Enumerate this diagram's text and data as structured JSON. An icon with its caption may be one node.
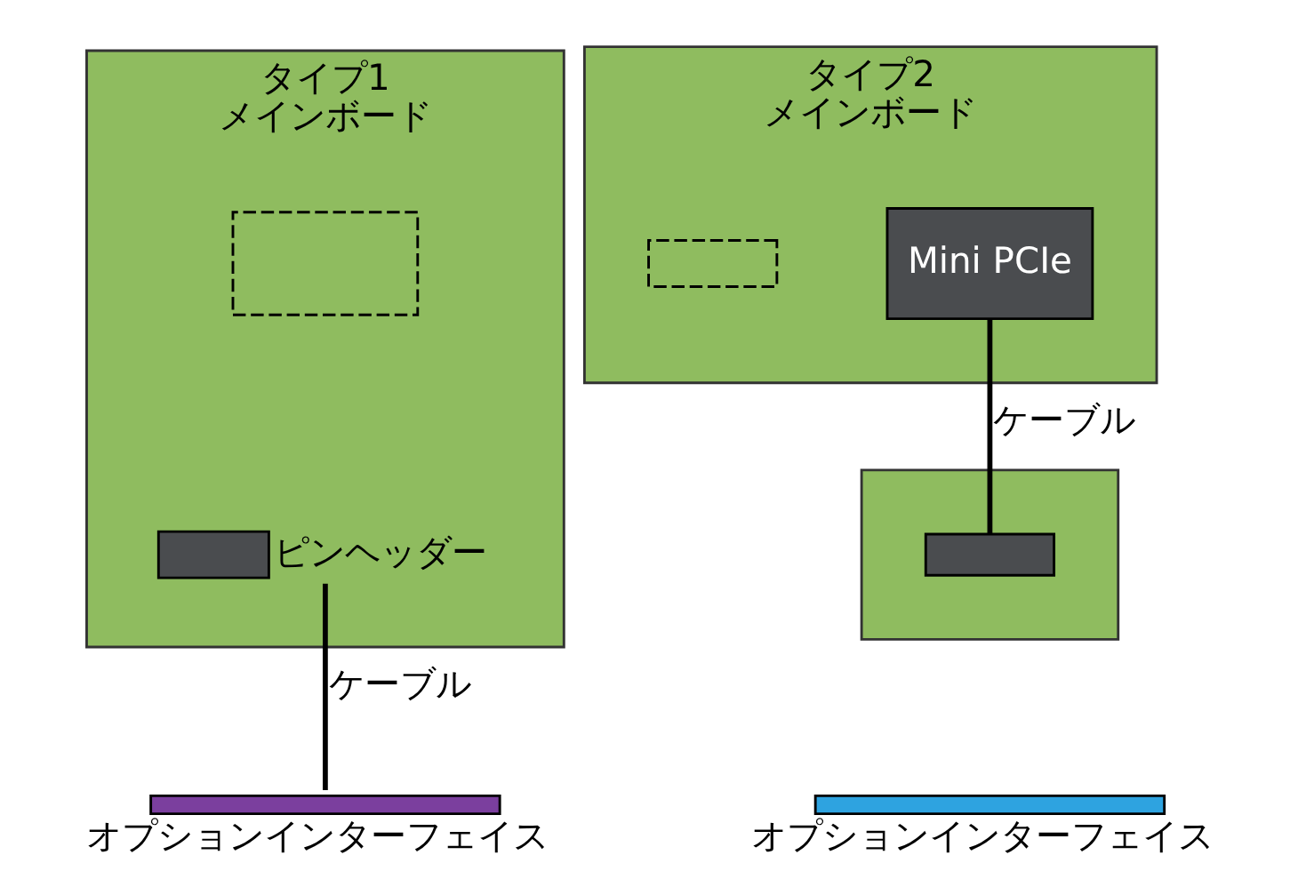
{
  "diagram": {
    "nodes": [
      {
        "text": [
          "タイプ1",
          "メインボード"
        ]
      },
      {
        "text": [],
        "shape": "box",
        "in": 0
      },
      {
        "text": [],
        "shape": "box",
        "in": 0,
        "beside": [
          "ピンヘッダー"
        ]
      },
      {
        "text": [],
        "shape": "bar",
        "beside": [
          "オプションインターフェイス"
        ]
      },
      {
        "text": [
          "タイプ2",
          "メインボード"
        ]
      },
      {
        "text": [
          "Mini PCIe"
        ],
        "in": 4
      },
      {
        "text": [],
        "shape": "box",
        "in": 4
      },
      {
        "text": [],
        "shape": "box"
      },
      {
        "text": [],
        "shape": "box",
        "in": 7
      },
      {
        "text": [],
        "shape": "bar",
        "beside": [
          "オプションインターフェイス"
        ]
      }
    ],
    "edges": [
      {
        "from": 2,
        "to": 3,
        "arrow": "none",
        "label": "ケーブル"
      },
      {
        "from": 5,
        "to": 8,
        "arrow": "none",
        "label": "ケーブル"
      }
    ]
  }
}
